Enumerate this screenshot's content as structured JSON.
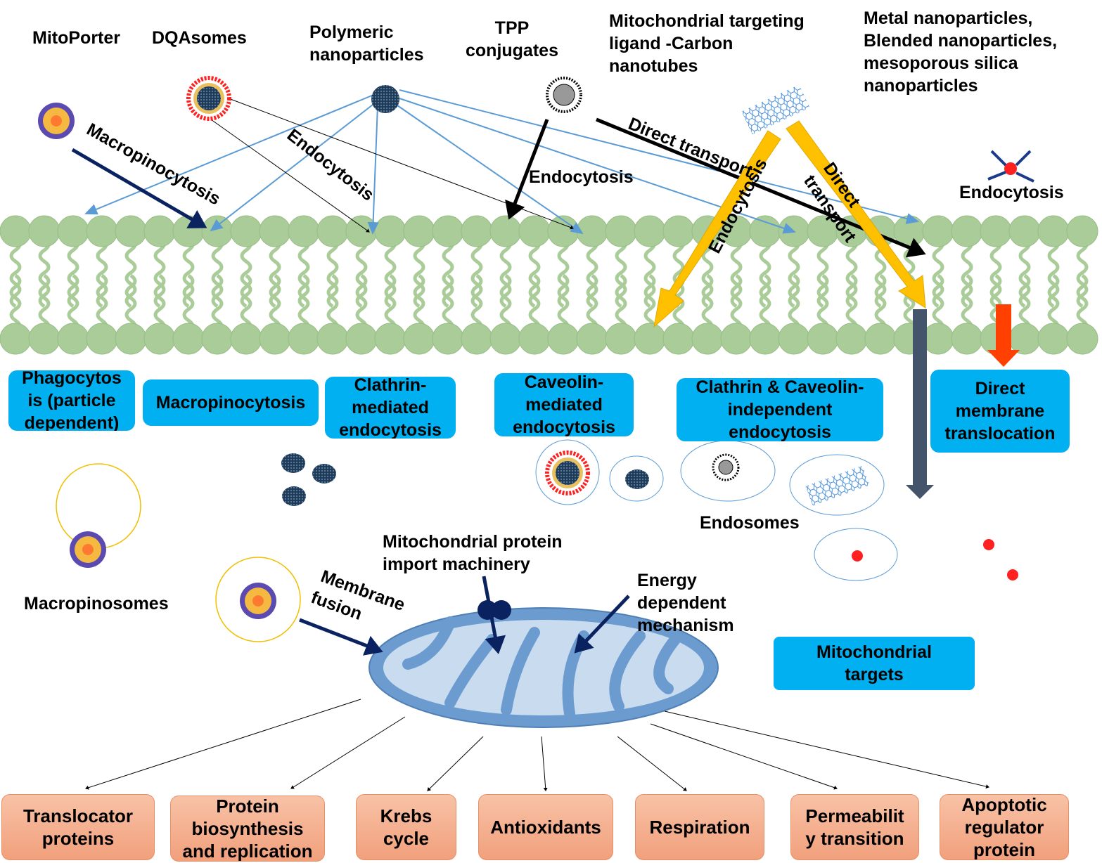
{
  "top_labels": {
    "mitoporter": "MitoPorter",
    "dqasomes": "DQAsomes",
    "polymeric": [
      "Polymeric",
      "nanoparticles"
    ],
    "tpp": [
      "TPP",
      "conjugates"
    ],
    "carbon": [
      "Mitochondrial targeting",
      "ligand -Carbon",
      "nanotubes"
    ],
    "metal": [
      "Metal nanoparticles,",
      "Blended nanoparticles,",
      "mesoporous silica",
      "nanoparticles"
    ]
  },
  "arrow_labels": {
    "macropinocytosis": "Macropinocytosis",
    "endocytosis_left": "Endocytosis",
    "endocytosis_tpp": "Endocytosis",
    "direct_transport_black": "Direct transport",
    "endocytosis_yellow": "Endocytosis",
    "direct_transport_yellow": [
      "Direct",
      "transport"
    ],
    "endocytosis_metal": "Endocytosis",
    "membrane_fusion": [
      "Membrane",
      "fusion"
    ],
    "import_machinery": [
      "Mitochondrial protein",
      "import machinery"
    ],
    "energy_dependent": [
      "Energy",
      "dependent",
      "mechanism"
    ]
  },
  "pathway_boxes": [
    {
      "lines": [
        "Phagocytos",
        "is (particle",
        "dependent)"
      ]
    },
    {
      "lines": [
        "Macropinocytosis"
      ]
    },
    {
      "lines": [
        "Clathrin-",
        "mediated",
        "endocytosis"
      ]
    },
    {
      "lines": [
        "Caveolin-",
        "mediated",
        "endocytosis"
      ]
    },
    {
      "lines": [
        "Clathrin & Caveolin-",
        "independent",
        "endocytosis"
      ]
    },
    {
      "lines": [
        "Direct",
        "membrane",
        "translocation"
      ]
    }
  ],
  "vesicle_labels": {
    "macropinosomes": "Macropinosomes",
    "endosomes": "Endosomes"
  },
  "mitochondrial_targets": [
    "Mitochondrial",
    "targets"
  ],
  "target_boxes": [
    {
      "lines": [
        "Translocator",
        "proteins"
      ]
    },
    {
      "lines": [
        "Protein",
        "biosynthesis",
        "and replication"
      ]
    },
    {
      "lines": [
        "Krebs",
        "cycle"
      ]
    },
    {
      "lines": [
        "Antioxidants"
      ]
    },
    {
      "lines": [
        "Respiration"
      ]
    },
    {
      "lines": [
        "Permeabilit",
        "y transition"
      ]
    },
    {
      "lines": [
        "Apoptotic",
        "regulator",
        "protein"
      ]
    }
  ],
  "colors": {
    "membrane": "#a9cc98",
    "pathway_box": "#00b0f0",
    "target_box": "#f4b08f",
    "mitochondrion": "#6c9bcf",
    "yellow_arrow": "#ffc000",
    "red_arrow": "#ff4000",
    "navy_arrow": "#0b2260"
  }
}
